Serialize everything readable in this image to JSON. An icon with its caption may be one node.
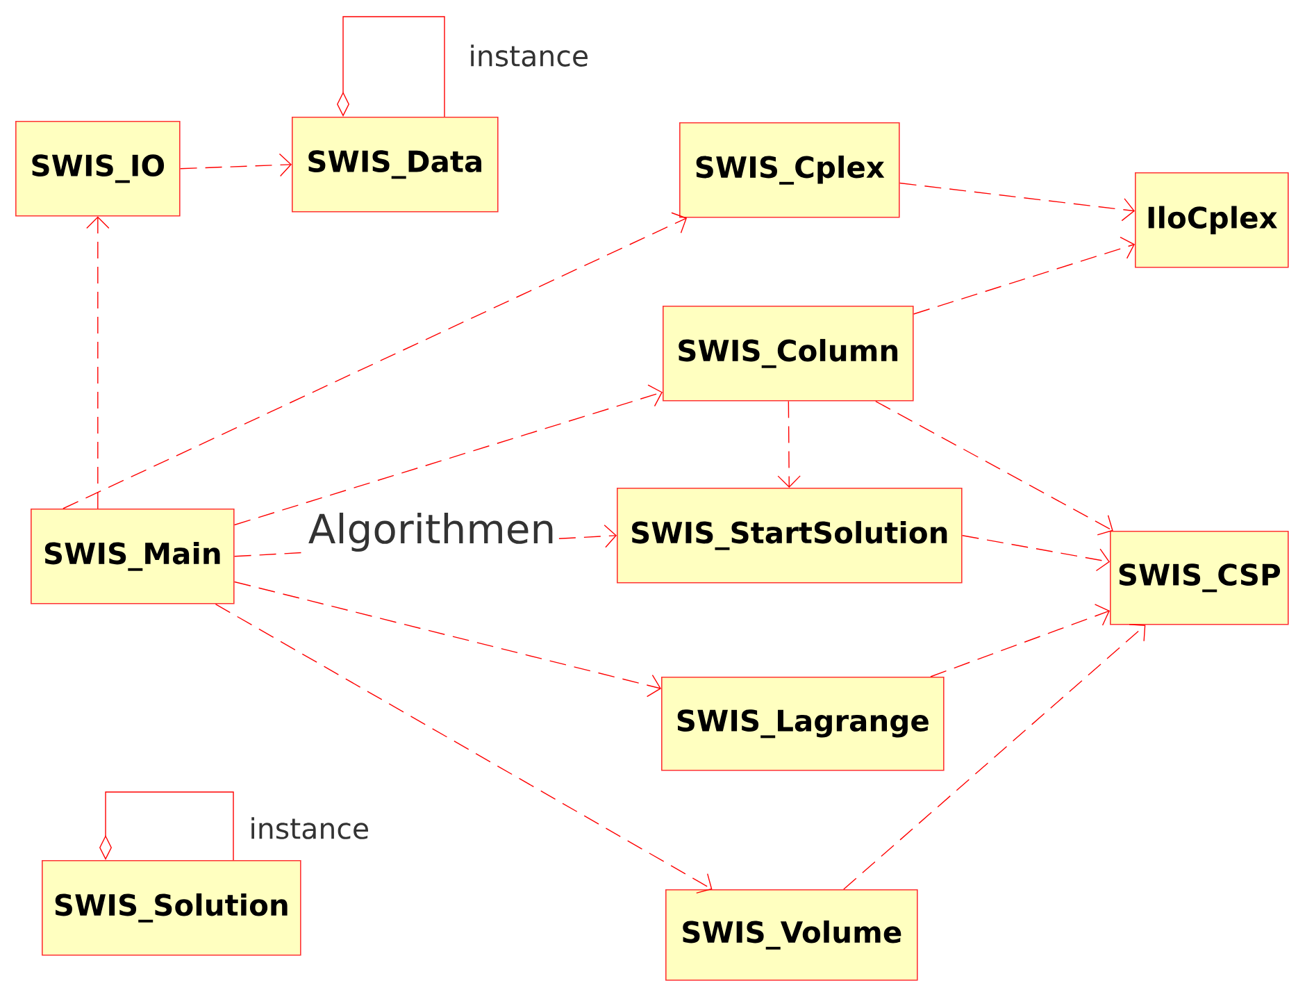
{
  "diagram": {
    "nodes": [
      {
        "text": [
          "SWIS_IO"
        ]
      },
      {
        "text": [
          "SWIS_Data"
        ]
      },
      {
        "text": [
          "SWIS_Cplex"
        ]
      },
      {
        "text": [
          "IloCplex"
        ]
      },
      {
        "text": [
          "SWIS_Column"
        ]
      },
      {
        "text": [
          "SWIS_Main"
        ]
      },
      {
        "text": [
          "SWIS_StartSolution"
        ]
      },
      {
        "text": [
          "SWIS_CSP"
        ]
      },
      {
        "text": [
          "SWIS_Lagrange"
        ]
      },
      {
        "text": [
          "SWIS_Solution"
        ]
      },
      {
        "text": [
          "SWIS_Volume"
        ]
      }
    ],
    "edges": [
      {
        "from": 0,
        "to": 1,
        "arrow": "to",
        "style": "dashed"
      },
      {
        "from": 1,
        "to": 1,
        "arrow": "other",
        "label": "instance"
      },
      {
        "from": 2,
        "to": 3,
        "arrow": "to",
        "style": "dashed"
      },
      {
        "from": 5,
        "to": 0,
        "arrow": "to",
        "style": "dashed"
      },
      {
        "from": 5,
        "to": 2,
        "arrow": "to",
        "style": "dashed"
      },
      {
        "from": 5,
        "to": 4,
        "arrow": "to",
        "style": "dashed"
      },
      {
        "from": 4,
        "to": 3,
        "arrow": "to",
        "style": "dashed"
      },
      {
        "from": 4,
        "to": 6,
        "arrow": "to",
        "style": "dashed"
      },
      {
        "from": 4,
        "to": 7,
        "arrow": "to",
        "style": "dashed"
      },
      {
        "from": 5,
        "to": 6,
        "arrow": "to",
        "style": "dashed",
        "label": "Algorithmen"
      },
      {
        "from": 6,
        "to": 7,
        "arrow": "to",
        "style": "dashed"
      },
      {
        "from": 8,
        "to": 7,
        "arrow": "to",
        "style": "dashed"
      },
      {
        "from": 5,
        "to": 8,
        "arrow": "to",
        "style": "dashed"
      },
      {
        "from": 5,
        "to": 10,
        "arrow": "to",
        "style": "dashed"
      },
      {
        "from": 10,
        "to": 7,
        "arrow": "to",
        "style": "dashed"
      },
      {
        "from": 9,
        "to": 9,
        "arrow": "other",
        "label": "instance"
      }
    ]
  }
}
